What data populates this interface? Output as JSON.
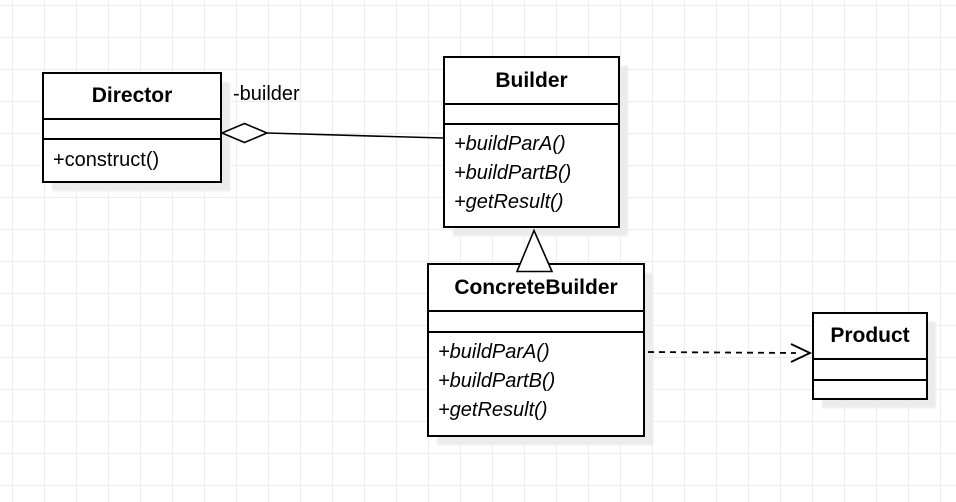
{
  "diagram": {
    "kind": "uml-class-diagram",
    "pattern": "Builder",
    "classes": [
      {
        "id": "director",
        "name": "Director",
        "attributes": [],
        "methods": [
          "+construct()"
        ],
        "methods_italic": false
      },
      {
        "id": "builder",
        "name": "Builder",
        "attributes": [],
        "methods": [
          "+buildParA()",
          "+buildPartB()",
          "+getResult()"
        ],
        "methods_italic": true
      },
      {
        "id": "concrete_builder",
        "name": "ConcreteBuilder",
        "attributes": [],
        "methods": [
          "+buildParA()",
          "+buildPartB()",
          "+getResult()"
        ],
        "methods_italic": true
      },
      {
        "id": "product",
        "name": "Product",
        "attributes": [],
        "methods": []
      }
    ],
    "relationships": [
      {
        "type": "aggregation",
        "from": "Director",
        "to": "Builder",
        "label": "-builder",
        "marker": "hollow-diamond-at-source"
      },
      {
        "type": "generalization",
        "from": "ConcreteBuilder",
        "to": "Builder",
        "marker": "hollow-triangle-at-target"
      },
      {
        "type": "dependency",
        "from": "ConcreteBuilder",
        "to": "Product",
        "label": "",
        "marker": "open-arrow-at-target",
        "line": "dashed"
      }
    ],
    "colors": {
      "background": "#ffffff",
      "grid_line": "#ececec",
      "box_fill": "#ffffff",
      "box_border": "#000000",
      "text": "#000000",
      "shadow": "#ebebeb"
    }
  }
}
